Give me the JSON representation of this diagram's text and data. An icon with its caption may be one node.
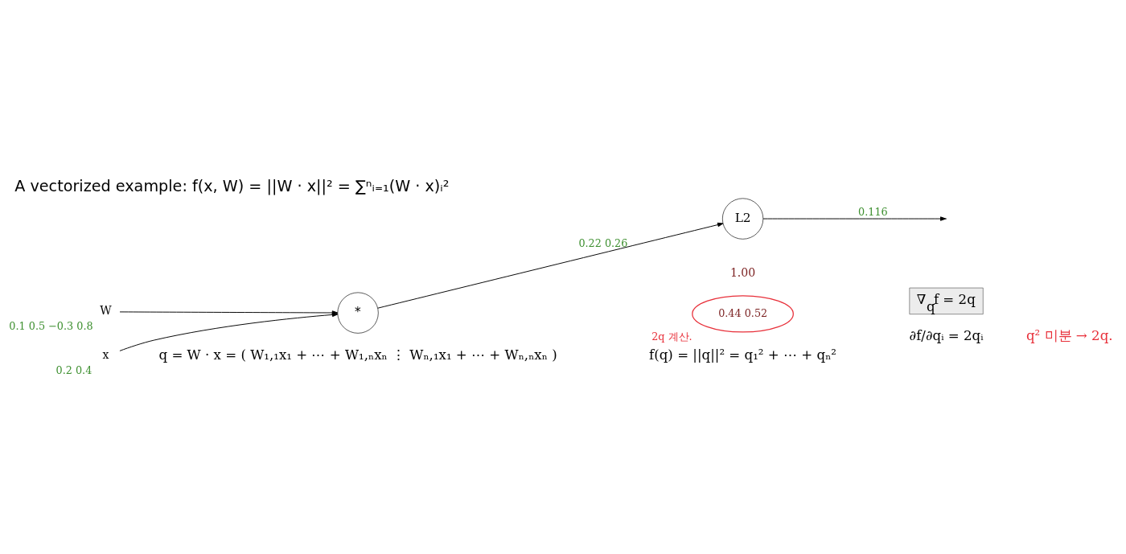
{
  "diagram": {
    "title": "A vectorized example: f(x, W) = ||W · x||² = ∑ⁿᵢ₌₁(W · x)ᵢ²",
    "nodes": [
      {
        "text": [
          "W"
        ],
        "beside": [
          "0.1 0.5 −0.3 0.8"
        ]
      },
      {
        "text": [
          "x"
        ],
        "beside": [
          "0.2 0.4"
        ]
      },
      {
        "text": [
          "*"
        ]
      },
      {
        "text": [
          "L2"
        ]
      },
      {
        "text": [
          "0.44 0.52"
        ],
        "beside": [
          "2q 계산."
        ]
      },
      {
        "text": [
          "∇$_{q}$f = 2q"
        ]
      }
    ],
    "edges": [
      {
        "from": 0,
        "to": 2,
        "arrow": "to"
      },
      {
        "from": 1,
        "to": 2,
        "arrow": "to"
      },
      {
        "from": 2,
        "to": 3,
        "arrow": "to",
        "label": "0.22 0.26"
      },
      {
        "from": 3,
        "to": null,
        "arrow": "to",
        "label": "0.116"
      }
    ],
    "labels": [
      "1.00",
      "q = W · x = ( W₁,₁x₁ + ⋯ + W₁,ₙxₙ ⋮ Wₙ,₁x₁ + ⋯ + Wₙ,ₙxₙ )",
      "f(q) = ||q||² = q₁² + ⋯ + qₙ²",
      "∂f/∂qᵢ = 2qᵢ",
      "q² 미분 → 2q."
    ]
  }
}
